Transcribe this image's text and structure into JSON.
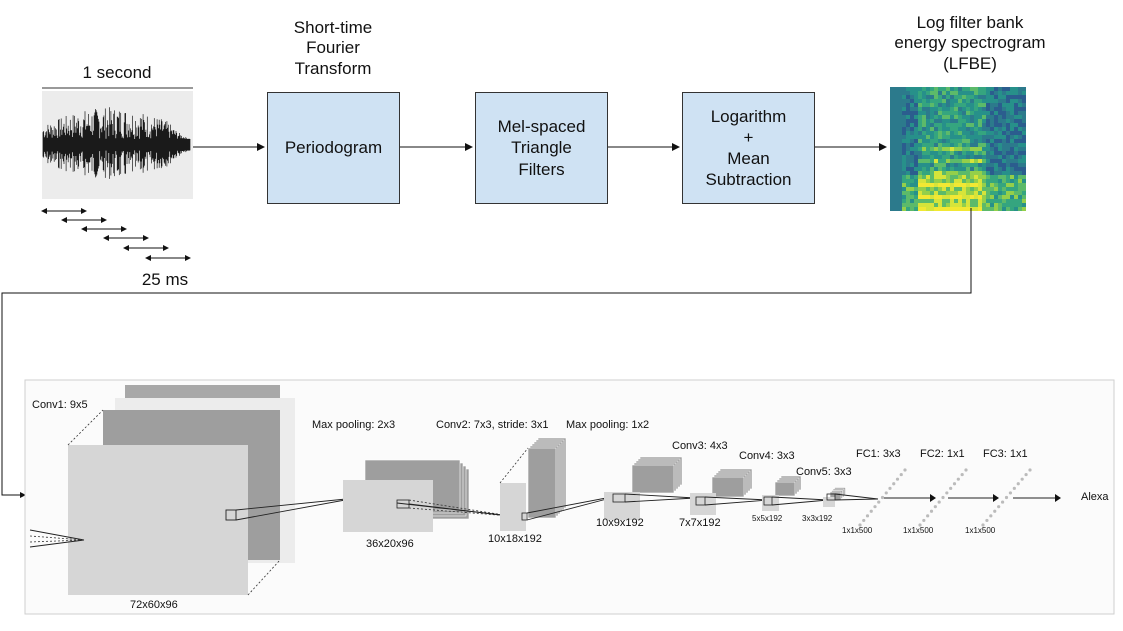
{
  "waveform": {
    "duration_label": "1 second",
    "window_label": "25 ms"
  },
  "blocks": {
    "stft_title": "Short-time Fourier Transform",
    "stft_line1": "Short-time",
    "stft_line2": "Fourier",
    "stft_line3": "Transform",
    "periodogram": "Periodogram",
    "mel_line1": "Mel-spaced",
    "mel_line2": "Triangle",
    "mel_line3": "Filters",
    "log_line1": "Logarithm",
    "log_line2": "+",
    "log_line3": "Mean",
    "log_line4": "Subtraction"
  },
  "spectrogram": {
    "line1": "Log filter bank",
    "line2": "energy spectrogram",
    "line3": "(LFBE)"
  },
  "network": {
    "conv1": "Conv1: 9x5",
    "maxpool1": "Max pooling: 2x3",
    "conv2": "Conv2: 7x3, stride: 3x1",
    "maxpool2": "Max pooling: 1x2",
    "conv3": "Conv3: 4x3",
    "conv4": "Conv4: 3x3",
    "conv5": "Conv5: 3x3",
    "fc1": "FC1: 3x3",
    "fc2": "FC2: 1x1",
    "fc3": "FC3: 1x1",
    "output": "Alexa",
    "dims": {
      "d1": "72x60x96",
      "d2": "36x20x96",
      "d3": "10x18x192",
      "d4": "10x9x192",
      "d5": "7x7x192",
      "d6": "5x5x192",
      "d7": "3x3x192",
      "fc1": "1x1x500",
      "fc2": "1x1x500",
      "fc3": "1x1x500"
    }
  },
  "colors": {
    "box_fill": "#cfe2f3",
    "layer_dark": "#9e9e9e",
    "layer_light": "#d6d6d6",
    "waveform_bg": "#ececec"
  }
}
